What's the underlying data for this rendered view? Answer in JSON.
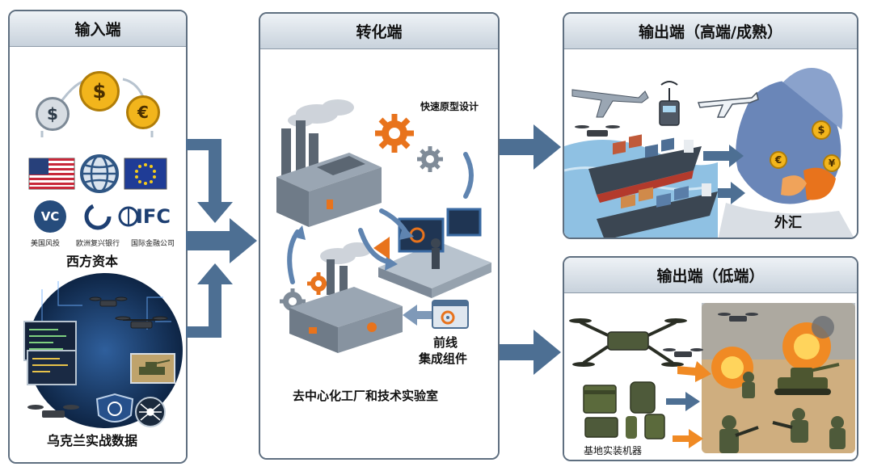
{
  "panels": {
    "input": {
      "title": "输入端",
      "western_capital": {
        "label": "西方资本",
        "sources": [
          "美国风投",
          "欧洲复兴银行",
          "国际金融公司"
        ],
        "logos": {
          "vc": "VC",
          "ifc": "IFC"
        },
        "currency_symbols": [
          "$",
          "$",
          "€"
        ]
      },
      "battle_data": {
        "label": "乌克兰实战数据"
      }
    },
    "transform": {
      "title": "转化端",
      "rapid_prototyping": "快速原型设计",
      "frontline_components": [
        "前线",
        "集成组件"
      ],
      "decentralized_label": "去中心化工厂和技术实验室"
    },
    "output_high": {
      "title": "输出端（高端/成熟）",
      "forex_label": "外汇",
      "map_currency_symbols": [
        "$",
        "€",
        "¥"
      ]
    },
    "output_low": {
      "title": "输出端（低端）",
      "base_label": "基地实装机器"
    }
  },
  "colors": {
    "panel_border": "#5f6f80",
    "arrow_blue": "#4d6f93",
    "gear_orange": "#e8731c",
    "coin_gold": "#f2b51c",
    "map_blue": "#6a86b8",
    "sea_blue": "#8fc1e3",
    "explosion": "#f08a24"
  },
  "icons": [
    "dollar-coin-icon",
    "euro-coin-icon",
    "globe-icon",
    "us-flag-icon",
    "eu-flag-icon",
    "shield-icon",
    "drone-icon",
    "tank-icon",
    "gear-icon",
    "factory-icon",
    "airplane-icon",
    "cargo-ship-icon",
    "radio-icon",
    "ammo-crate-icon",
    "explosion-icon",
    "soldier-icon"
  ]
}
